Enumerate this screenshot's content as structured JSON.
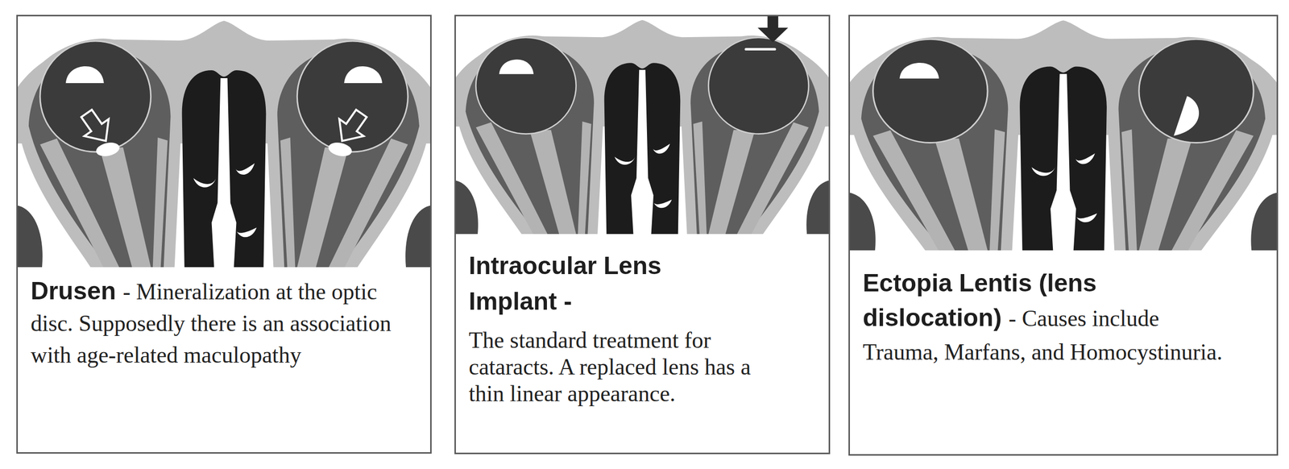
{
  "diagram": {
    "nodes": [
      {
        "text": [
          "Drusen",
          "- Mineralization at the optic disc. Supposedly there is an association with age-related maculopathy"
        ]
      },
      {
        "text": [
          "Intraocular Lens Implant -",
          "The standard treatment for cataracts. A replaced lens has a thin linear appearance."
        ]
      },
      {
        "text": [
          "Ectopia Lentis (lens dislocation)",
          "- Causes include Trauma, Marfans, and Homocystinuria."
        ]
      }
    ]
  }
}
